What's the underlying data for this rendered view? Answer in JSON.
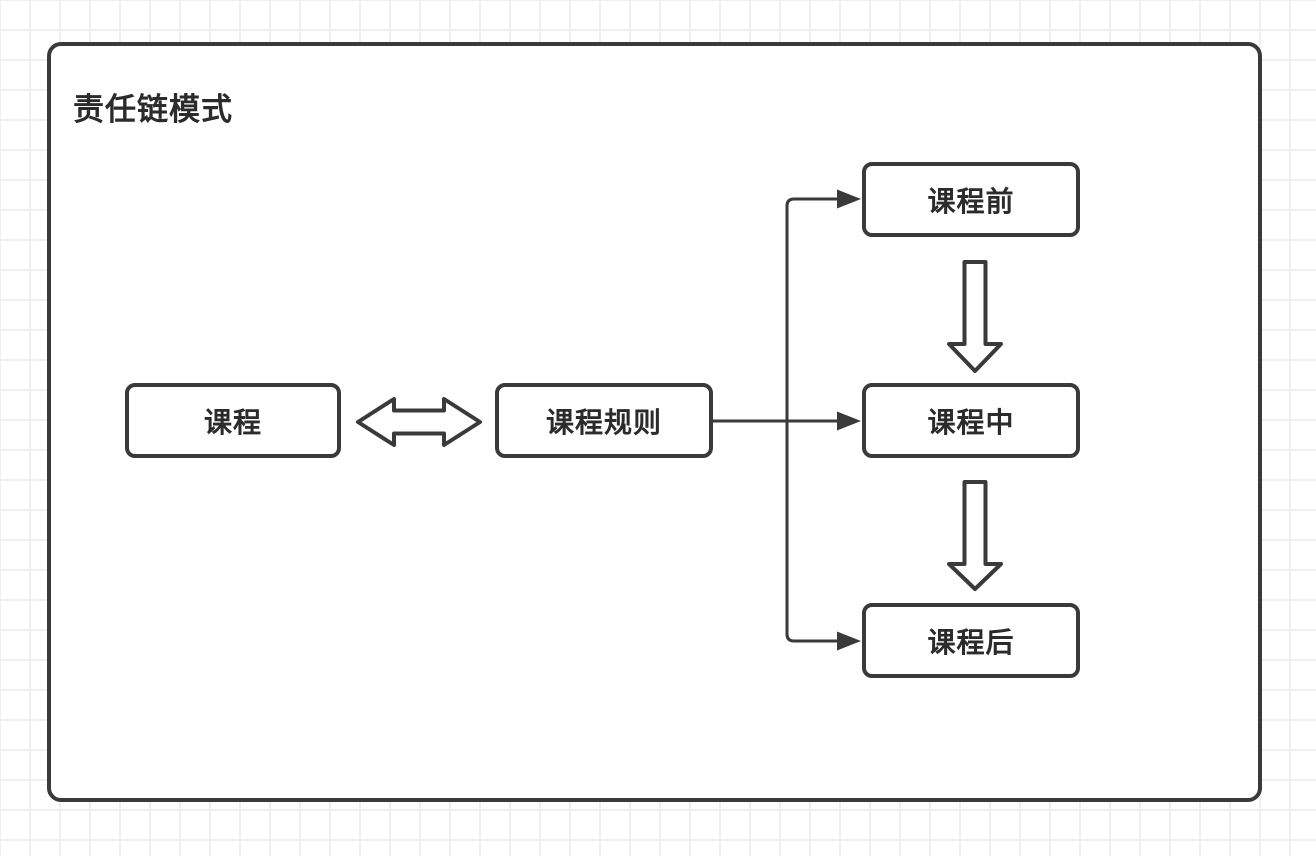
{
  "title": "责任链模式",
  "nodes": {
    "course": {
      "label": "课程"
    },
    "rules": {
      "label": "课程规则"
    },
    "before": {
      "label": "课程前"
    },
    "during": {
      "label": "课程中"
    },
    "after": {
      "label": "课程后"
    }
  },
  "edges": [
    {
      "from": "课程",
      "to": "课程规则",
      "style": "hollow-double-arrow",
      "direction": "bidirectional"
    },
    {
      "from": "课程规则",
      "to": "课程前",
      "style": "solid-line-arrow"
    },
    {
      "from": "课程规则",
      "to": "课程中",
      "style": "solid-line-arrow"
    },
    {
      "from": "课程规则",
      "to": "课程后",
      "style": "solid-line-arrow"
    },
    {
      "from": "课程前",
      "to": "课程中",
      "style": "hollow-block-arrow",
      "direction": "down"
    },
    {
      "from": "课程中",
      "to": "课程后",
      "style": "hollow-block-arrow",
      "direction": "down"
    }
  ],
  "colors": {
    "line": "#3a3a3a",
    "text": "#2b2b2b",
    "node_fill": "#ffffff",
    "canvas_background": "#ffffff",
    "grid_line": "#efefef"
  }
}
